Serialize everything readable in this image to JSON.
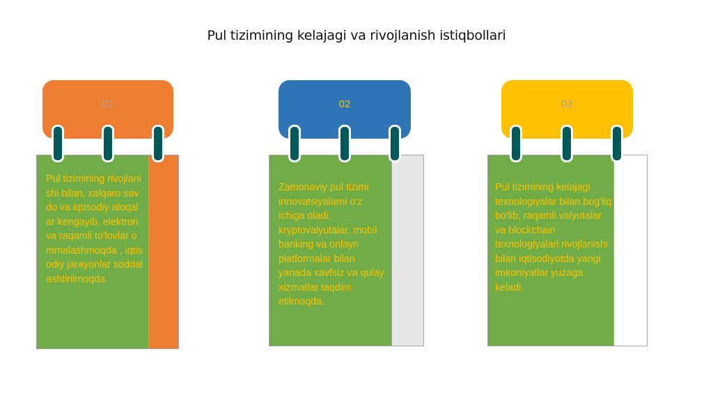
{
  "slide": {
    "title": "Pul tizimining kelajagi va rivojlanish istiqbollari"
  },
  "colors": {
    "orange": "#ED7D31",
    "blue": "#2E75B6",
    "yellow": "#FFC000",
    "green": "#70AD47",
    "ring": "#005A5A",
    "text_yellow": "#FFC000",
    "strip_gray": "#E7E6E6"
  },
  "cards": [
    {
      "number": "01",
      "tab_color": "orange",
      "strip_color": "orange",
      "text": "Pul tizimining rivojlanishi bilan, xalqaro savdo va iqtisodiy aloqalar kengayib, elektron va raqamli to'lovlar ommalashmoqda , iqtisodiy jarayonlar soddalashtirilmoqda."
    },
    {
      "number": "02",
      "tab_color": "blue",
      "strip_color": "gray",
      "text": "Zamonaviy pul tizimi innovatsiyalarni o'z ichiga oladi, kryptovalyutalar, mobil banking va onlayn platformalar bilan yanada xavfsiz va qulay xizmatlar taqdim etilmoqda."
    },
    {
      "number": "03",
      "tab_color": "yellow",
      "strip_color": "white",
      "text": "Pul tizimining kelajagi texnologiyalar bilan bog'liq bo'lib, raqamli valyutalar va blockchain texnologiyalari rivojlanishi bilan iqtisodiyotda yangi imkoniyatlar yuzaga keladi."
    }
  ]
}
